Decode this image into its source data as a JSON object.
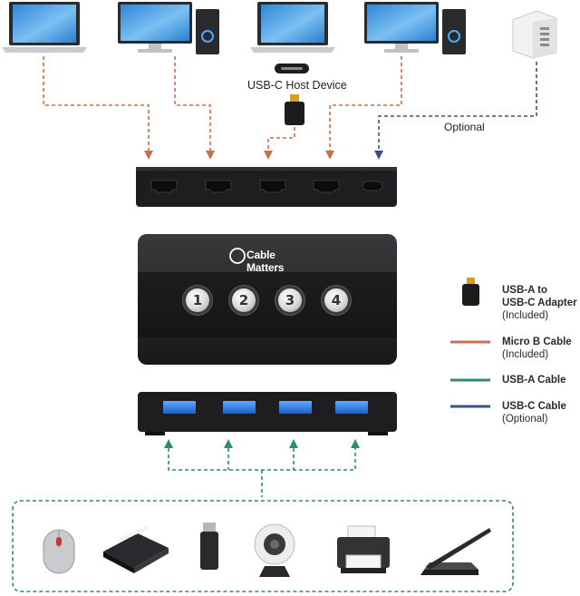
{
  "labels": {
    "host_device": "USB-C Host Device",
    "optional": "Optional"
  },
  "switch": {
    "brand": "Cable Matters",
    "buttons": [
      "1",
      "2",
      "3",
      "4"
    ]
  },
  "legend": [
    {
      "icon": "adapter-icon",
      "title1": "USB-A to",
      "title2": "USB-C Adapter",
      "sub": "(Included)"
    },
    {
      "icon": "micro-b-line",
      "color": "#c8714a",
      "title1": "Micro B Cable",
      "sub": "(Included)"
    },
    {
      "icon": "usb-a-line",
      "color": "#2e8b78",
      "title1": "USB-A Cable"
    },
    {
      "icon": "usb-c-line",
      "color": "#3d4f8a",
      "title1": "USB-C Cable",
      "sub": "(Optional)"
    }
  ],
  "colors": {
    "micro_b": "#c8714a",
    "usb_a": "#2e8b78",
    "usb_c": "#3d4f8a",
    "device_body": "#1e1e20"
  },
  "peripherals": [
    "mouse-icon",
    "hard-drive-icon",
    "usb-flash-drive-icon",
    "webcam-icon",
    "printer-icon",
    "scanner-icon"
  ],
  "hdd_text": "Hard Drive"
}
